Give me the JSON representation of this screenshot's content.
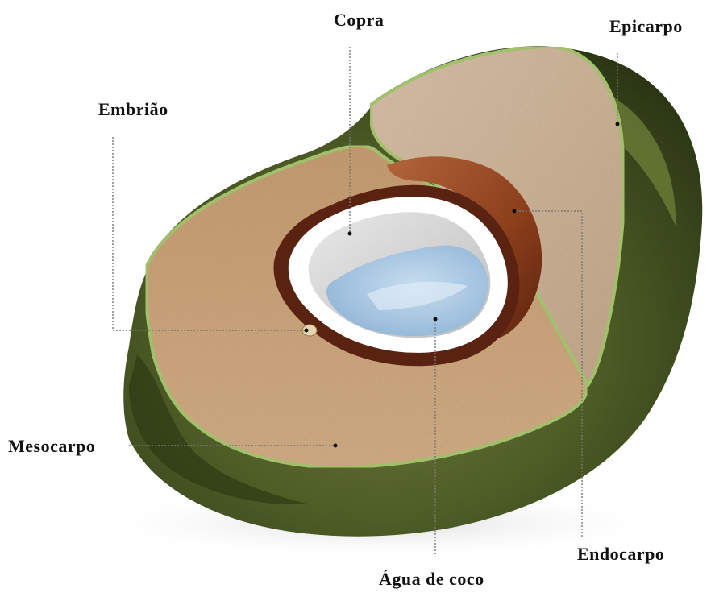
{
  "labels": {
    "copra": "Copra",
    "epicarpo": "Epicarpo",
    "embriao": "Embrião",
    "mesocarpo": "Mesocarpo",
    "endocarpo": "Endocarpo",
    "agua": "Água de coco"
  },
  "colors": {
    "epicarp": "#55662c",
    "epicarp_dark": "#2f3a18",
    "rim": "#a8c870",
    "mesocarp": "#c9a37c",
    "mesocarp_back": "#cdb39a",
    "endocarp": "#7a3515",
    "endocarp_light": "#a8542c",
    "copra": "#ffffff",
    "water": "#a9c9e4",
    "leader": "#777777"
  }
}
